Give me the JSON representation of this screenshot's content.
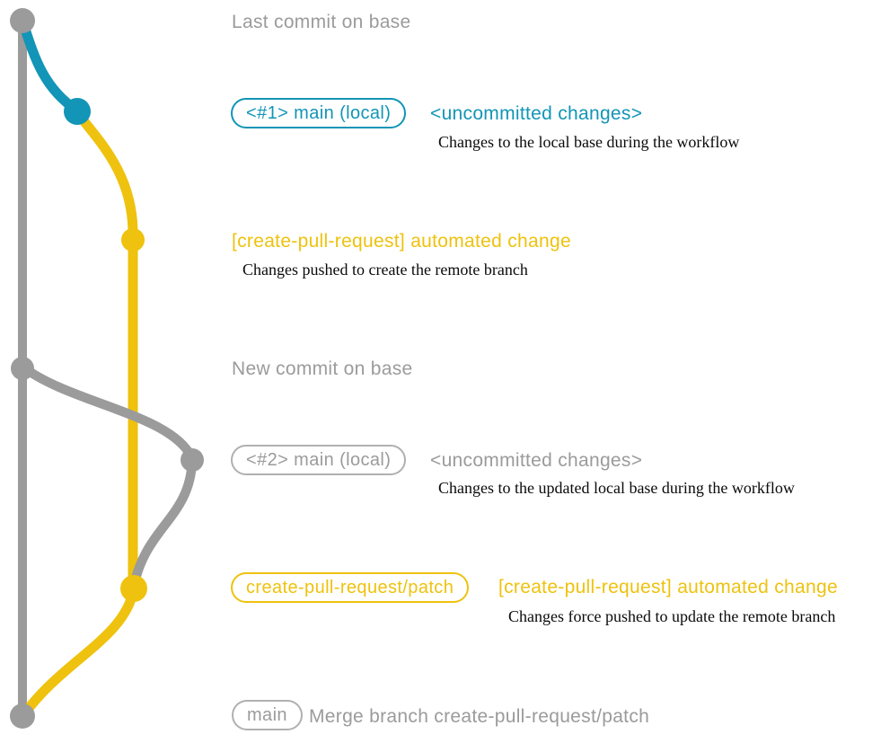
{
  "colors": {
    "gray": "#9B9B9B",
    "gray_border": "#B0B0B0",
    "teal": "#1295B6",
    "yellow": "#EEC20E",
    "ink": "#0A0A0A",
    "background": "#FFFFFF"
  },
  "rows": {
    "last_commit": {
      "label": "Last commit on base"
    },
    "main_local_1": {
      "badge": "<#1> main (local)",
      "title": "<uncommitted changes>",
      "description": "Changes to the local base during the workflow"
    },
    "automated_1": {
      "title": "[create-pull-request] automated change",
      "description": "Changes pushed to create the remote branch"
    },
    "new_commit": {
      "label": "New commit on base"
    },
    "main_local_2": {
      "badge": "<#2> main (local)",
      "title": "<uncommitted changes>",
      "description": "Changes to the updated local base during the workflow"
    },
    "patch_branch": {
      "badge": "create-pull-request/patch",
      "title": "[create-pull-request] automated change",
      "description": "Changes force pushed to update the remote branch"
    },
    "merge": {
      "badge": "main",
      "title": "Merge branch create-pull-request/patch"
    }
  },
  "graph": {
    "branches": [
      {
        "name": "base",
        "color": "#9B9B9B"
      },
      {
        "name": "main (local)",
        "color": "#1295B6"
      },
      {
        "name": "create-pull-request/patch",
        "color": "#EEC20E"
      }
    ],
    "commits": [
      {
        "id": "last-commit-on-base",
        "branch": "base"
      },
      {
        "id": "uncommitted-changes-1",
        "branch": "main (local)"
      },
      {
        "id": "automated-change-1",
        "branch": "create-pull-request/patch"
      },
      {
        "id": "new-commit-on-base",
        "branch": "base"
      },
      {
        "id": "uncommitted-changes-2",
        "branch": "main (local)"
      },
      {
        "id": "automated-change-2",
        "branch": "create-pull-request/patch"
      },
      {
        "id": "merge-commit",
        "branch": "base"
      }
    ]
  }
}
